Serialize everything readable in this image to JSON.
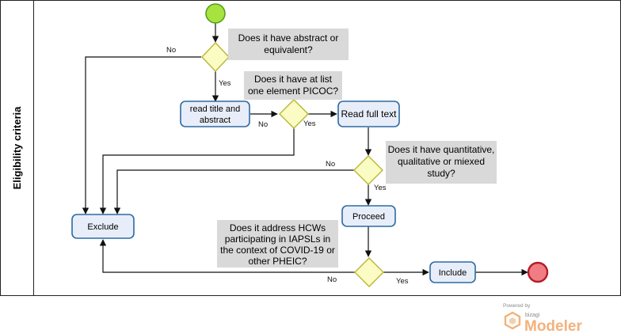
{
  "lane_label": "Eligibility criteria",
  "tasks": {
    "read_title": [
      "read title and",
      "abstract"
    ],
    "read_full": [
      "Read full text"
    ],
    "proceed": [
      "Proceed"
    ],
    "exclude": [
      "Exclude"
    ],
    "include": [
      "Include"
    ]
  },
  "notes": {
    "q1": [
      "Does it have abstract or",
      "equivalent?"
    ],
    "q2": [
      "Does it have at list",
      "one element PICOC?"
    ],
    "q3": [
      "Does it have quantitative,",
      "qualitative or miexed",
      "study?"
    ],
    "q4": [
      "Does it address HCWs",
      "participating  in IAPSLs in",
      "the context of COVID-19 or",
      "other PHEIC?"
    ]
  },
  "edge_labels": {
    "g1_no": "No",
    "g1_yes": "Yes",
    "g2_no": "No",
    "g2_yes": "Yes",
    "g3_no": "No",
    "g3_yes": "Yes",
    "g4_no": "No",
    "g4_yes": "Yes"
  },
  "branding": {
    "powered_by": "Powered by",
    "bizagi": "bizagi",
    "product": "Modeler"
  },
  "colors": {
    "start_fill": "#a6e33e",
    "end_fill": "#f07d84",
    "task_fill": "#e8eef9",
    "task_stroke": "#2d6aa3",
    "gateway_fill": "#fbfbc4",
    "note_fill": "#d9d9d9",
    "brand_orange": "#f2b27c"
  }
}
